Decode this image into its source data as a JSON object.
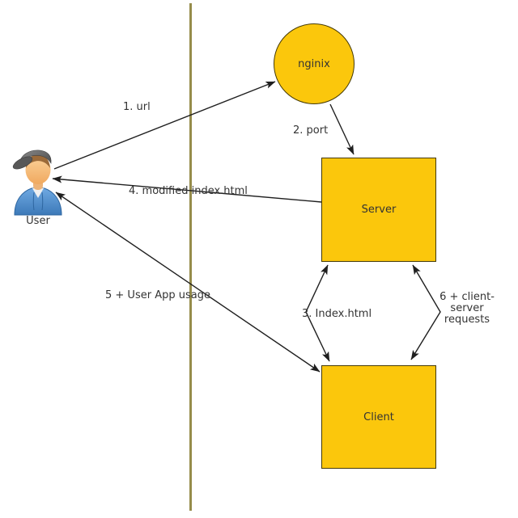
{
  "nodes": {
    "nginx": {
      "label": "nginix"
    },
    "server": {
      "label": "Server"
    },
    "client": {
      "label": "Client"
    },
    "user": {
      "label": "User"
    }
  },
  "edge_labels": {
    "url": "1. url",
    "port": "2. port",
    "index_html": "3. Index.html",
    "modified_index": "4. modified index.html",
    "user_app_usage": "5 + User App usage",
    "client_server_requests": "6 + client-\nserver\nrequests"
  },
  "icons": {
    "user": "person-with-cap-icon"
  },
  "colors": {
    "node_fill": "#FBC70C",
    "node_border": "#453A05",
    "divider": "#968C4B",
    "arrow": "#1F1F1F",
    "text": "#333333",
    "background": "#FFFFFF"
  }
}
